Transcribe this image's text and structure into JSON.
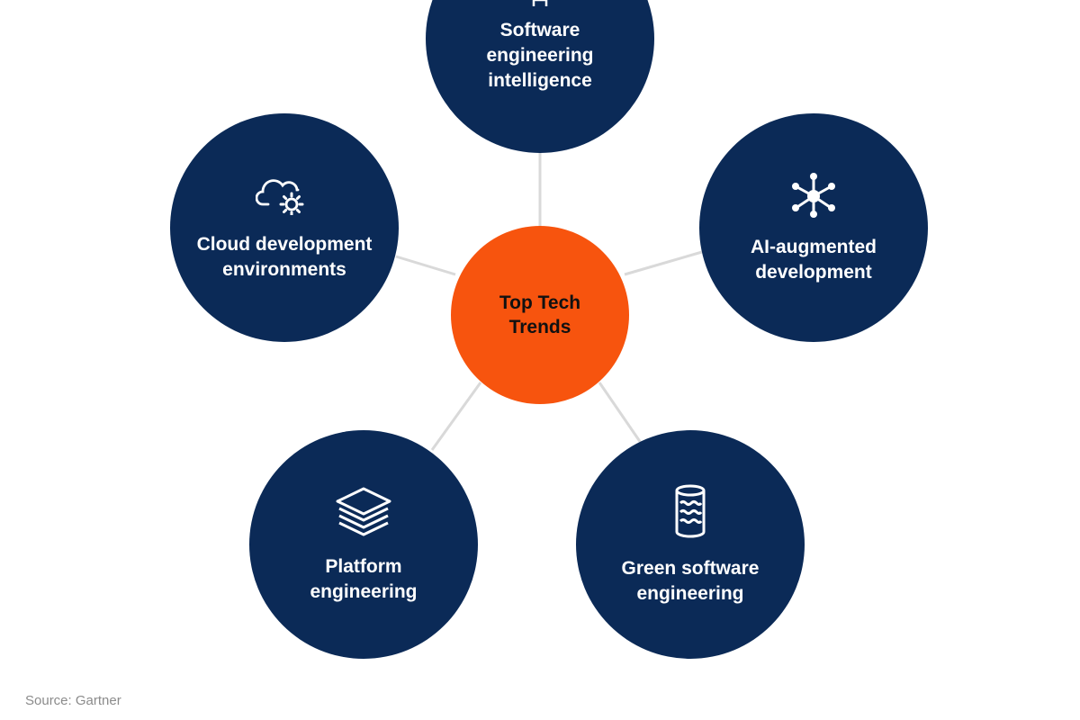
{
  "center": {
    "label": "Top Tech\nTrends"
  },
  "nodes": [
    {
      "id": "n-set",
      "label": "Software\nengineering\nintelligence",
      "icon": "robot-icon"
    },
    {
      "id": "n-cloud",
      "label": "Cloud development\nenvironments",
      "icon": "cloud-gear-icon"
    },
    {
      "id": "n-ai",
      "label": "AI-augmented\ndevelopment",
      "icon": "network-hub-icon"
    },
    {
      "id": "n-platform",
      "label": "Platform\nengineering",
      "icon": "layers-icon"
    },
    {
      "id": "n-green",
      "label": "Green software\nengineering",
      "icon": "database-waves-icon"
    }
  ],
  "source": "Source: Gartner",
  "colors": {
    "node": "#0b2a57",
    "center": "#f7540e",
    "connector": "#d9d9d9",
    "source_text": "#8b8b8b"
  }
}
